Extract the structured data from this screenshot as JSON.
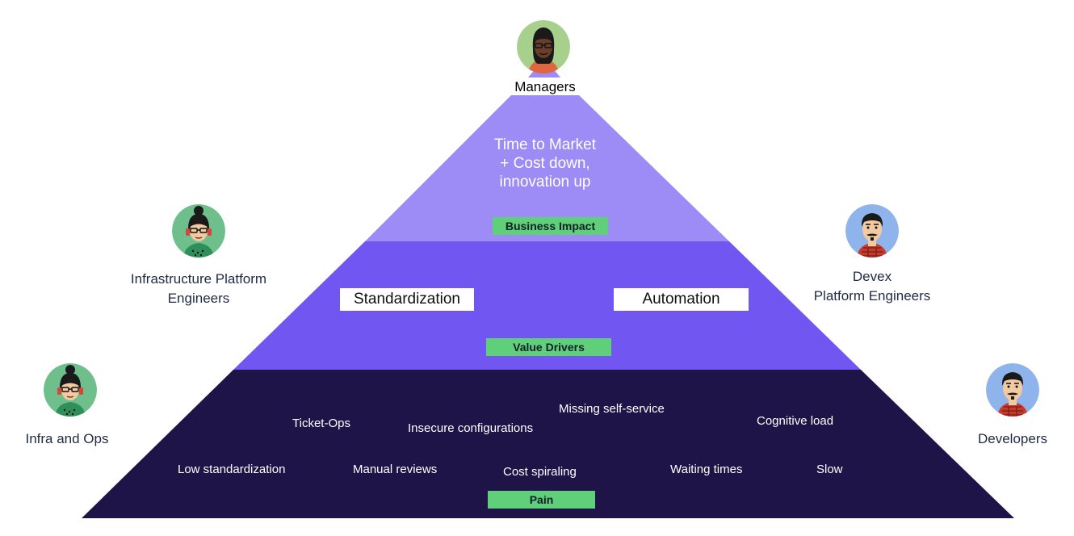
{
  "colors": {
    "tier_top": "#9d8bf6",
    "tier_middle": "#7256f1",
    "tier_bottom": "#1e1448",
    "tag_green": "#5fcf7a"
  },
  "personas": {
    "managers": {
      "name": "Managers",
      "icon": "manager-avatar-icon"
    },
    "infra_platform": {
      "name": "Infrastructure Platform Engineers",
      "line1": "Infrastructure Platform",
      "line2": "Engineers",
      "icon": "infra-platform-engineer-avatar-icon"
    },
    "infra_ops": {
      "name": "Infra and Ops",
      "icon": "infra-ops-avatar-icon"
    },
    "devex": {
      "name": "Devex Platform Engineers",
      "line1": "Devex",
      "line2": "Platform Engineers",
      "icon": "devex-engineer-avatar-icon"
    },
    "developers": {
      "name": "Developers",
      "icon": "developer-avatar-icon"
    }
  },
  "tiers": {
    "top": {
      "line1": "Time to Market",
      "line2": "+ Cost down,",
      "line3": "innovation up",
      "tag": "Business Impact"
    },
    "middle": {
      "box_left": "Standardization",
      "box_right": "Automation",
      "tag": "Value Drivers"
    },
    "bottom": {
      "items": [
        "Ticket-Ops",
        "Insecure configurations",
        "Missing self-service",
        "Cognitive load",
        "Low standardization",
        "Manual reviews",
        "Cost spiraling",
        "Waiting times",
        "Slow"
      ],
      "tag": "Pain"
    }
  }
}
